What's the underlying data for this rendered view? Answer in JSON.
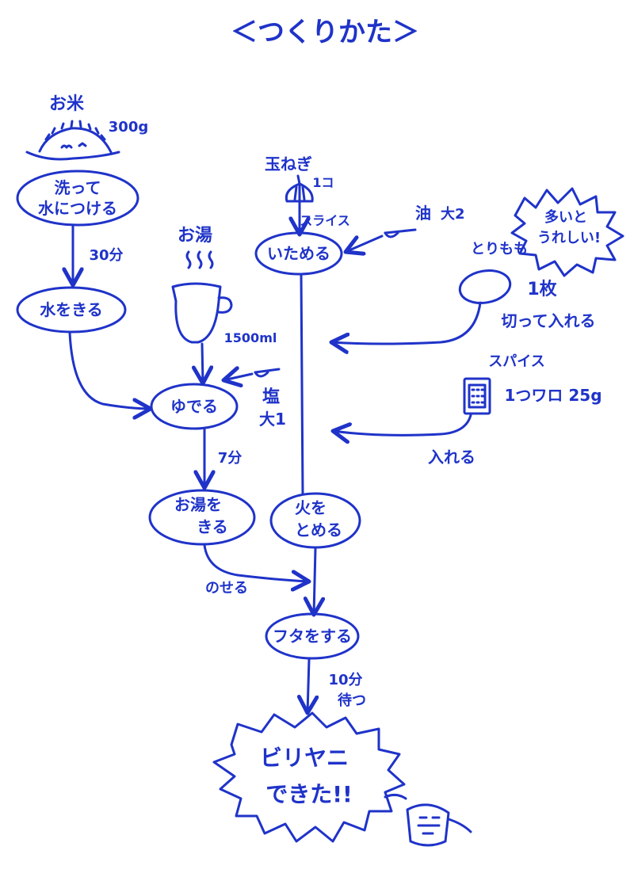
{
  "title": "＜つくりかた＞",
  "ingredients": {
    "rice": {
      "name": "お米",
      "amount": "300g"
    },
    "hot_water": {
      "name": "お湯",
      "amount": "1500ml"
    },
    "salt": {
      "name": "塩",
      "amount": "大1"
    },
    "onion": {
      "name": "玉ねぎ",
      "amount": "1コ"
    },
    "oil": {
      "name": "油",
      "amount": "大2"
    },
    "chicken": {
      "name": "とりもも",
      "amount": "1枚",
      "note": "切って入れる"
    },
    "spice": {
      "name": "スパイス",
      "amount": "1つワロ 25g",
      "note": "入れる"
    }
  },
  "steps": {
    "wash": [
      "洗って",
      "水につける"
    ],
    "drain": "水をきる",
    "boil": "ゆでる",
    "drain_water": [
      "お湯を",
      "きる"
    ],
    "saute": "いためる",
    "turn_off": [
      "火を",
      "とめる"
    ],
    "cover": "フタをする",
    "done": [
      "ビリヤニ",
      "できた!!"
    ]
  },
  "edges": {
    "soak_time": "30分",
    "boil_time": "7分",
    "slice": "スライス",
    "put_on": "のせる",
    "wait": [
      "10分",
      "待つ"
    ]
  },
  "callout": [
    "多いと",
    "うれしい!"
  ],
  "colors": {
    "ink": "#1f33c9"
  }
}
